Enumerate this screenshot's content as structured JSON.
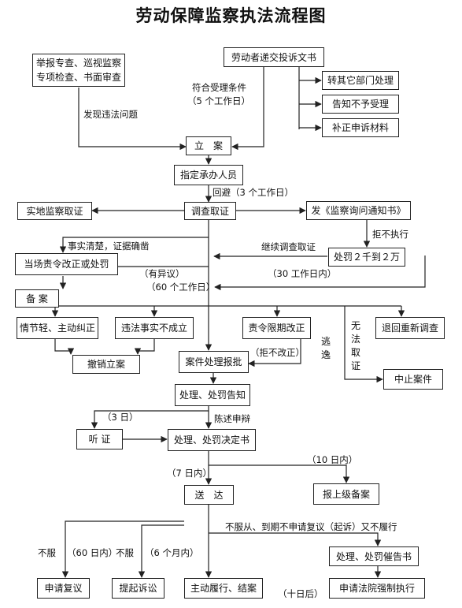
{
  "title": "劳动保障监察执法流程图",
  "nodes": {
    "report": "举报专查、巡视监察\n专项检查、书面审查",
    "complaint": "劳动者递交投诉文书",
    "transfer": "转其它部门处理",
    "not_accept": "告知不予受理",
    "supplement": "补正申诉材料",
    "file_case": "立　案",
    "assign": "指定承办人员",
    "investigate": "调查取证",
    "onsite": "实地监察取证",
    "notice": "发《监察询问通知书》",
    "penalty_fine": "处罚２千到２万",
    "correct_now": "当场责令改正或处罚",
    "record": "备 案",
    "minor": "情节轻、主动纠正",
    "not_established": "违法事实不成立",
    "deadline": "责令限期改正",
    "reinvestigate": "退回重新调查",
    "revoke": "撤销立案",
    "case_report": "案件处理报批",
    "notify": "处理、处罚告知",
    "hearing": "听 证",
    "decision": "处理、处罚决定书",
    "deliver": "送　达",
    "superior": "报上级备案",
    "suspend": "中止案件",
    "urge": "处理、处罚催告书",
    "review": "申请复议",
    "lawsuit": "提起诉讼",
    "perform": "主动履行、结案",
    "court": "申请法院强制执行"
  },
  "labels": {
    "found_violation": "发现违法问题",
    "meets_conditions": "符合受理条件",
    "five_days": "（5 个工作日）",
    "avoidance": "回避（3 个工作日）",
    "refuse": "拒不执行",
    "facts_clear": "事实清楚，证据确凿",
    "continue_investigation": "继续调查取证",
    "objection": "（有异议）",
    "sixty_workdays": "（60 个工作日）",
    "thirty_workdays": "（30 工作日内）",
    "not_corrected": "（拒不改正）",
    "escape": "逃\n逸",
    "no_evidence": "无\n法\n取\n证",
    "three_days": "（3 日）",
    "statement": "陈述申辩",
    "seven_days": "（7 日内）",
    "ten_days": "（10 日内）",
    "noncompliance": "不服从、到期不申请复议（起诉）又不履行",
    "dissatisfied_1": "不服",
    "sixty_days": "（60 日内）",
    "dissatisfied_2": "不服",
    "six_months": "（6 个月内）",
    "ten_days_after": "（十日后）"
  },
  "colors": {
    "line": "#222222",
    "box_border": "#222222",
    "background": "#ffffff"
  }
}
